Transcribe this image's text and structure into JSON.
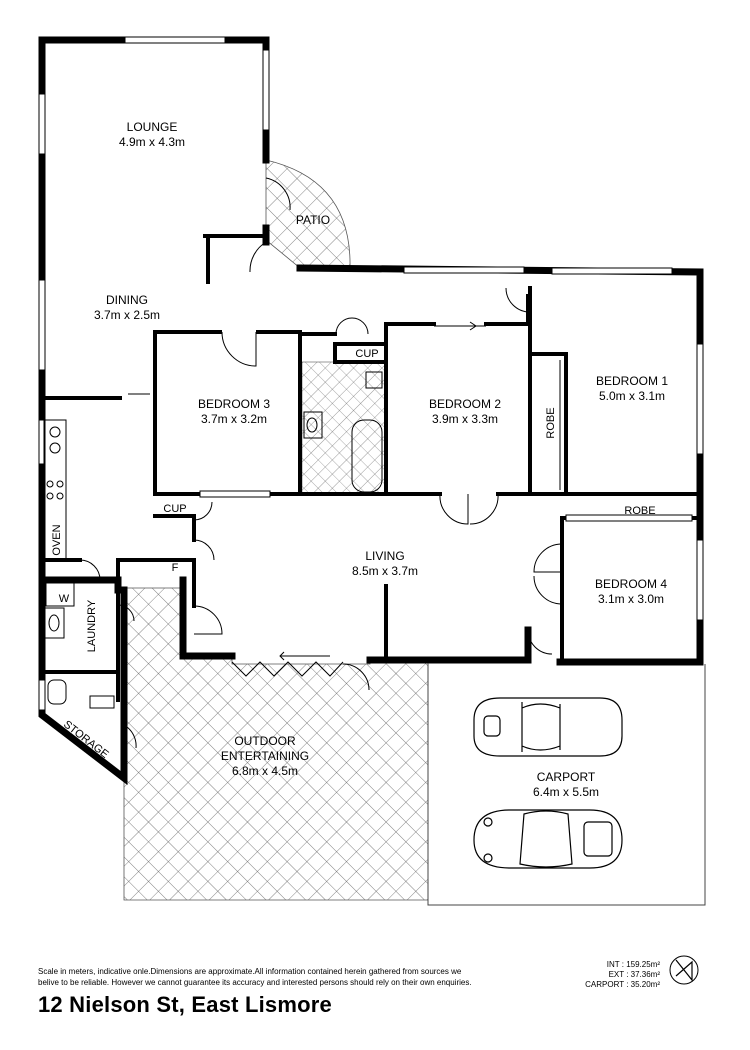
{
  "rooms": {
    "lounge": {
      "name": "LOUNGE",
      "size": "4.9m x 4.3m"
    },
    "patio": {
      "name": "PATIO"
    },
    "dining": {
      "name": "DINING",
      "size": "3.7m x 2.5m"
    },
    "bedroom3": {
      "name": "BEDROOM 3",
      "size": "3.7m x 3.2m"
    },
    "bedroom2": {
      "name": "BEDROOM 2",
      "size": "3.9m x 3.3m"
    },
    "bedroom1": {
      "name": "BEDROOM 1",
      "size": "5.0m x 3.1m"
    },
    "bedroom4": {
      "name": "BEDROOM 4",
      "size": "3.1m x 3.0m"
    },
    "living": {
      "name": "LIVING",
      "size": "8.5m x 3.7m"
    },
    "outdoor": {
      "name_line1": "OUTDOOR",
      "name_line2": "ENTERTAINING",
      "size": "6.8m x 4.5m"
    },
    "carport": {
      "name": "CARPORT",
      "size": "6.4m x 5.5m"
    }
  },
  "small_labels": {
    "cup1": "CUP",
    "cup2": "CUP",
    "robe1": "ROBE",
    "robe2": "ROBE",
    "oven": "OVEN",
    "laundry": "LAUNDRY",
    "storage": "STORAGE",
    "w": "W",
    "f": "F"
  },
  "footer": {
    "disclaimer_line1": "Scale in meters, indicative onle.Dimensions are approximate.All information contained herein gathered from sources we",
    "disclaimer_line2": "belive to be reliable. However we cannot guarantee its accuracy and interested persons should rely on their own enquiries.",
    "area_int": "INT : 159.25m²",
    "area_ext": "EXT : 37.36m²",
    "area_carport": "CARPORT : 35.20m²",
    "address": "12 Nielson St, East Lismore",
    "compass": "N"
  }
}
